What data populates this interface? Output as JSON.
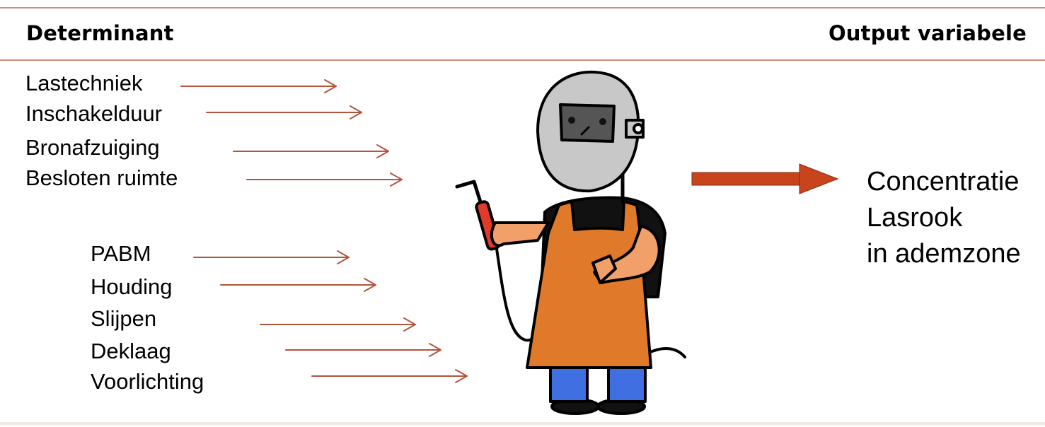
{
  "header": {
    "left": "Determinant",
    "right": "Output variabele"
  },
  "determinants_group1": [
    "Lastechniek",
    "Inschakelduur",
    "Bronafzuiging",
    "Besloten ruimte"
  ],
  "determinants_group2": [
    "PABM",
    "Houding",
    "Slijpen",
    "Deklaag",
    "Voorlichting"
  ],
  "output": {
    "lines": [
      "Concentratie",
      "Lasrook",
      "in ademzone"
    ]
  },
  "colors": {
    "rule": "#c98f7a",
    "arrow_thin": "#b5543a",
    "arrow_thick": "#c8441c",
    "apron": "#e07a2a",
    "helmet": "#c8c8c8",
    "pants": "#3f6fe0",
    "skin": "#f2a06a",
    "torch": "#e03a2a"
  },
  "icons": [
    "welder-figure",
    "arrow-right-thin",
    "arrow-right-thick"
  ]
}
